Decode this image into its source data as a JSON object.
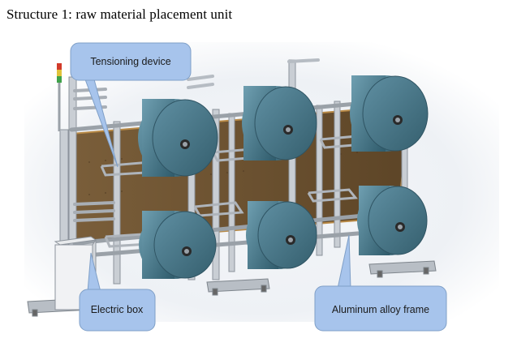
{
  "title": "Structure 1: raw material placement unit",
  "callouts": {
    "tensioning": "Tensioning device",
    "electric_box": "Electric box",
    "frame": "Aluminum alloy frame"
  },
  "colors": {
    "board": "#6e5331",
    "roll": "#3f6f80",
    "frame": "#c9ced4",
    "callout": "#a7c4ec",
    "light_red": "#d23a2a",
    "light_yellow": "#e0c23a",
    "light_green": "#3fa24a"
  }
}
